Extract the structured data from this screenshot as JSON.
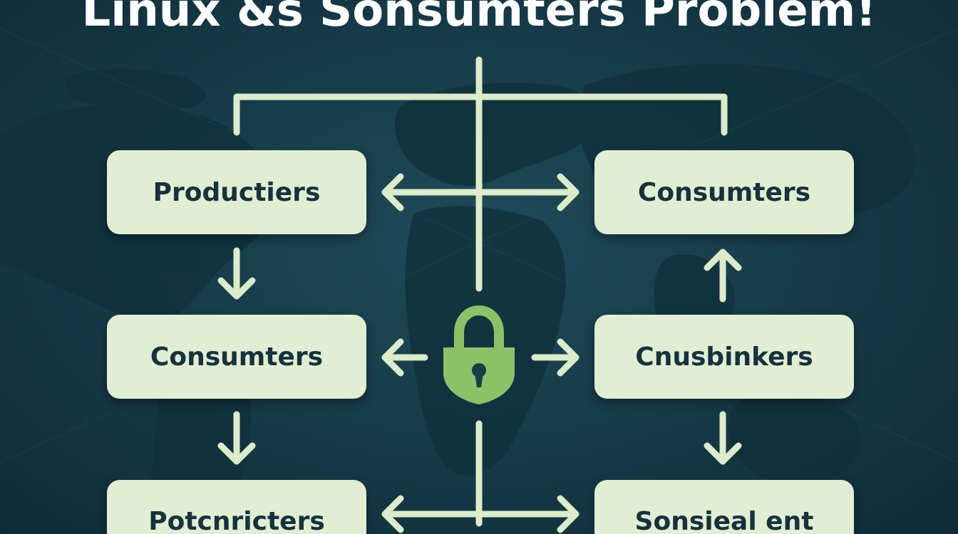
{
  "title": "Linux &s Sonsumters Problem!",
  "nodes": {
    "left_top": "Productiers",
    "right_top": "Consumters",
    "left_mid": "Consumters",
    "right_mid": "Cnusbinkers",
    "left_bottom": "Potcnricters",
    "right_bottom": "Sonsieal ent"
  },
  "icons": {
    "center": "padlock-icon"
  },
  "colors": {
    "background": "#173c4a",
    "box_fill": "#e2eed3",
    "box_text": "#16323d",
    "connector": "#dcebc8",
    "lock": "#8cc266",
    "title": "#ffffff"
  }
}
